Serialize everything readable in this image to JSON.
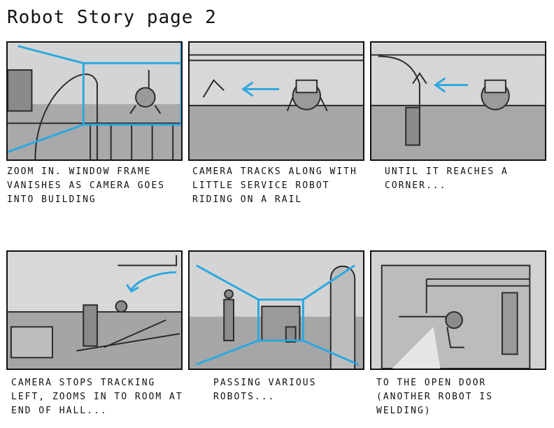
{
  "page_title": "Robot Story page 2",
  "panels": [
    {
      "id": 1,
      "caption": "ZOOM IN. WINDOW FRAME VANISHES AS CAMERA GOES INTO BUILDING"
    },
    {
      "id": 2,
      "caption": "CAMERA TRACKS ALONG WITH LITTLE SERVICE ROBOT RIDING ON A RAIL"
    },
    {
      "id": 3,
      "caption": "UNTIL IT REACHES A CORNER..."
    },
    {
      "id": 4,
      "caption": "CAMERA STOPS TRACKING LEFT, ZOOMS IN TO ROOM AT END OF HALL..."
    },
    {
      "id": 5,
      "caption": "PASSING VARIOUS ROBOTS..."
    },
    {
      "id": 6,
      "caption": "TO THE OPEN DOOR (ANOTHER ROBOT IS WELDING)"
    }
  ],
  "colors": {
    "sketch_bg": "#cfcfcf",
    "line": "#2a2a2a",
    "camera_arrow": "#2aa8e0"
  }
}
